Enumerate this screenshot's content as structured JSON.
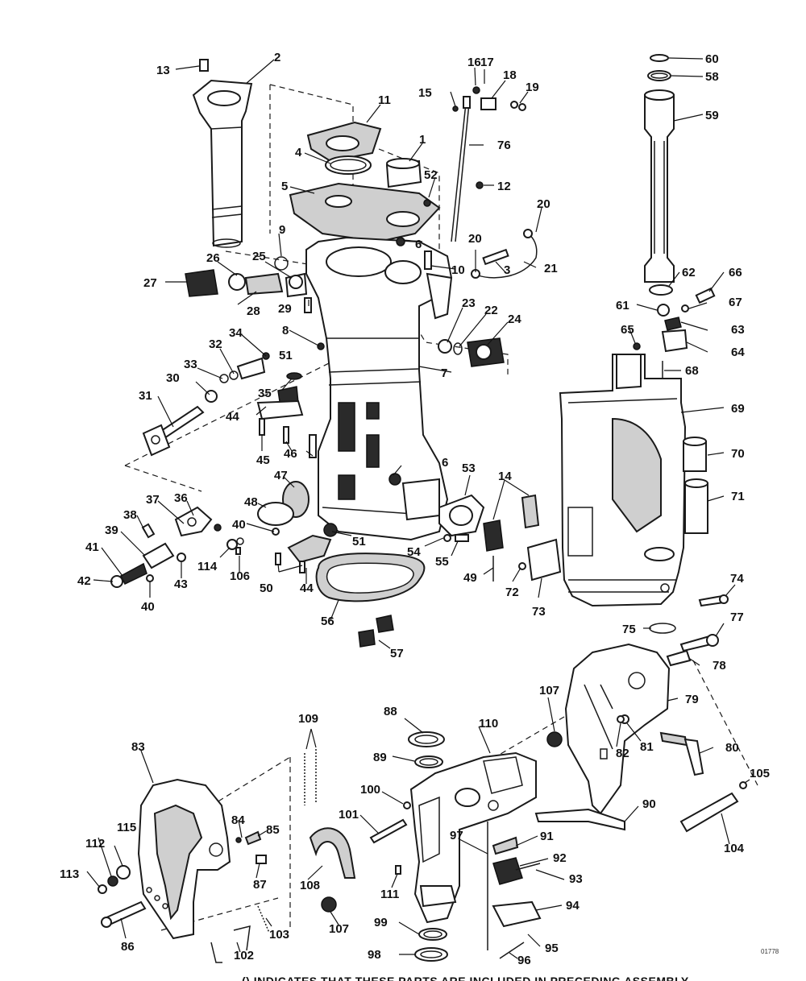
{
  "callouts": {
    "c1": "1",
    "c2": "2",
    "c3": "3",
    "c4": "4",
    "c5": "5",
    "c6": "6",
    "c6b": "6",
    "c7": "7",
    "c8": "8",
    "c9": "9",
    "c10": "10",
    "c11": "11",
    "c12": "12",
    "c13": "13",
    "c14": "14",
    "c15": "15",
    "c16": "16",
    "c17": "17",
    "c18": "18",
    "c19": "19",
    "c20a": "20",
    "c20b": "20",
    "c21": "21",
    "c22": "22",
    "c23": "23",
    "c24": "24",
    "c25": "25",
    "c26": "26",
    "c27": "27",
    "c28": "28",
    "c29": "29",
    "c30": "30",
    "c31": "31",
    "c32": "32",
    "c33": "33",
    "c34": "34",
    "c35": "35",
    "c36": "36",
    "c37": "37",
    "c38": "38",
    "c39": "39",
    "c40a": "40",
    "c40b": "40",
    "c41": "41",
    "c42": "42",
    "c43": "43",
    "c44a": "44",
    "c44b": "44",
    "c45": "45",
    "c46": "46",
    "c47": "47",
    "c48": "48",
    "c49": "49",
    "c50": "50",
    "c51a": "51",
    "c51b": "51",
    "c52": "52",
    "c53": "53",
    "c54": "54",
    "c55": "55",
    "c56": "56",
    "c57": "57",
    "c58": "58",
    "c59": "59",
    "c60": "60",
    "c61": "61",
    "c62": "62",
    "c63": "63",
    "c64": "64",
    "c65": "65",
    "c66": "66",
    "c67": "67",
    "c68": "68",
    "c69": "69",
    "c70": "70",
    "c71": "71",
    "c72": "72",
    "c73": "73",
    "c74": "74",
    "c75": "75",
    "c76": "76",
    "c77": "77",
    "c78": "78",
    "c79": "79",
    "c80": "80",
    "c81": "81",
    "c82": "82",
    "c83": "83",
    "c84": "84",
    "c85": "85",
    "c86": "86",
    "c87": "87",
    "c88": "88",
    "c89": "89",
    "c90": "90",
    "c91": "91",
    "c92": "92",
    "c93": "93",
    "c94": "94",
    "c95": "95",
    "c96": "96",
    "c97": "97",
    "c98": "98",
    "c99": "99",
    "c100": "100",
    "c101": "101",
    "c102": "102",
    "c103": "103",
    "c104": "104",
    "c105": "105",
    "c106": "106",
    "c107a": "107",
    "c107b": "107",
    "c108": "108",
    "c109": "109",
    "c110": "110",
    "c111": "111",
    "c112": "112",
    "c113": "113",
    "c114": "114",
    "c115": "115"
  },
  "footer_note": "() INDICATES THAT THESE PARTS ARE INCLUDED IN PRECEDING ASSEMBLY",
  "drawing_number": "01778"
}
